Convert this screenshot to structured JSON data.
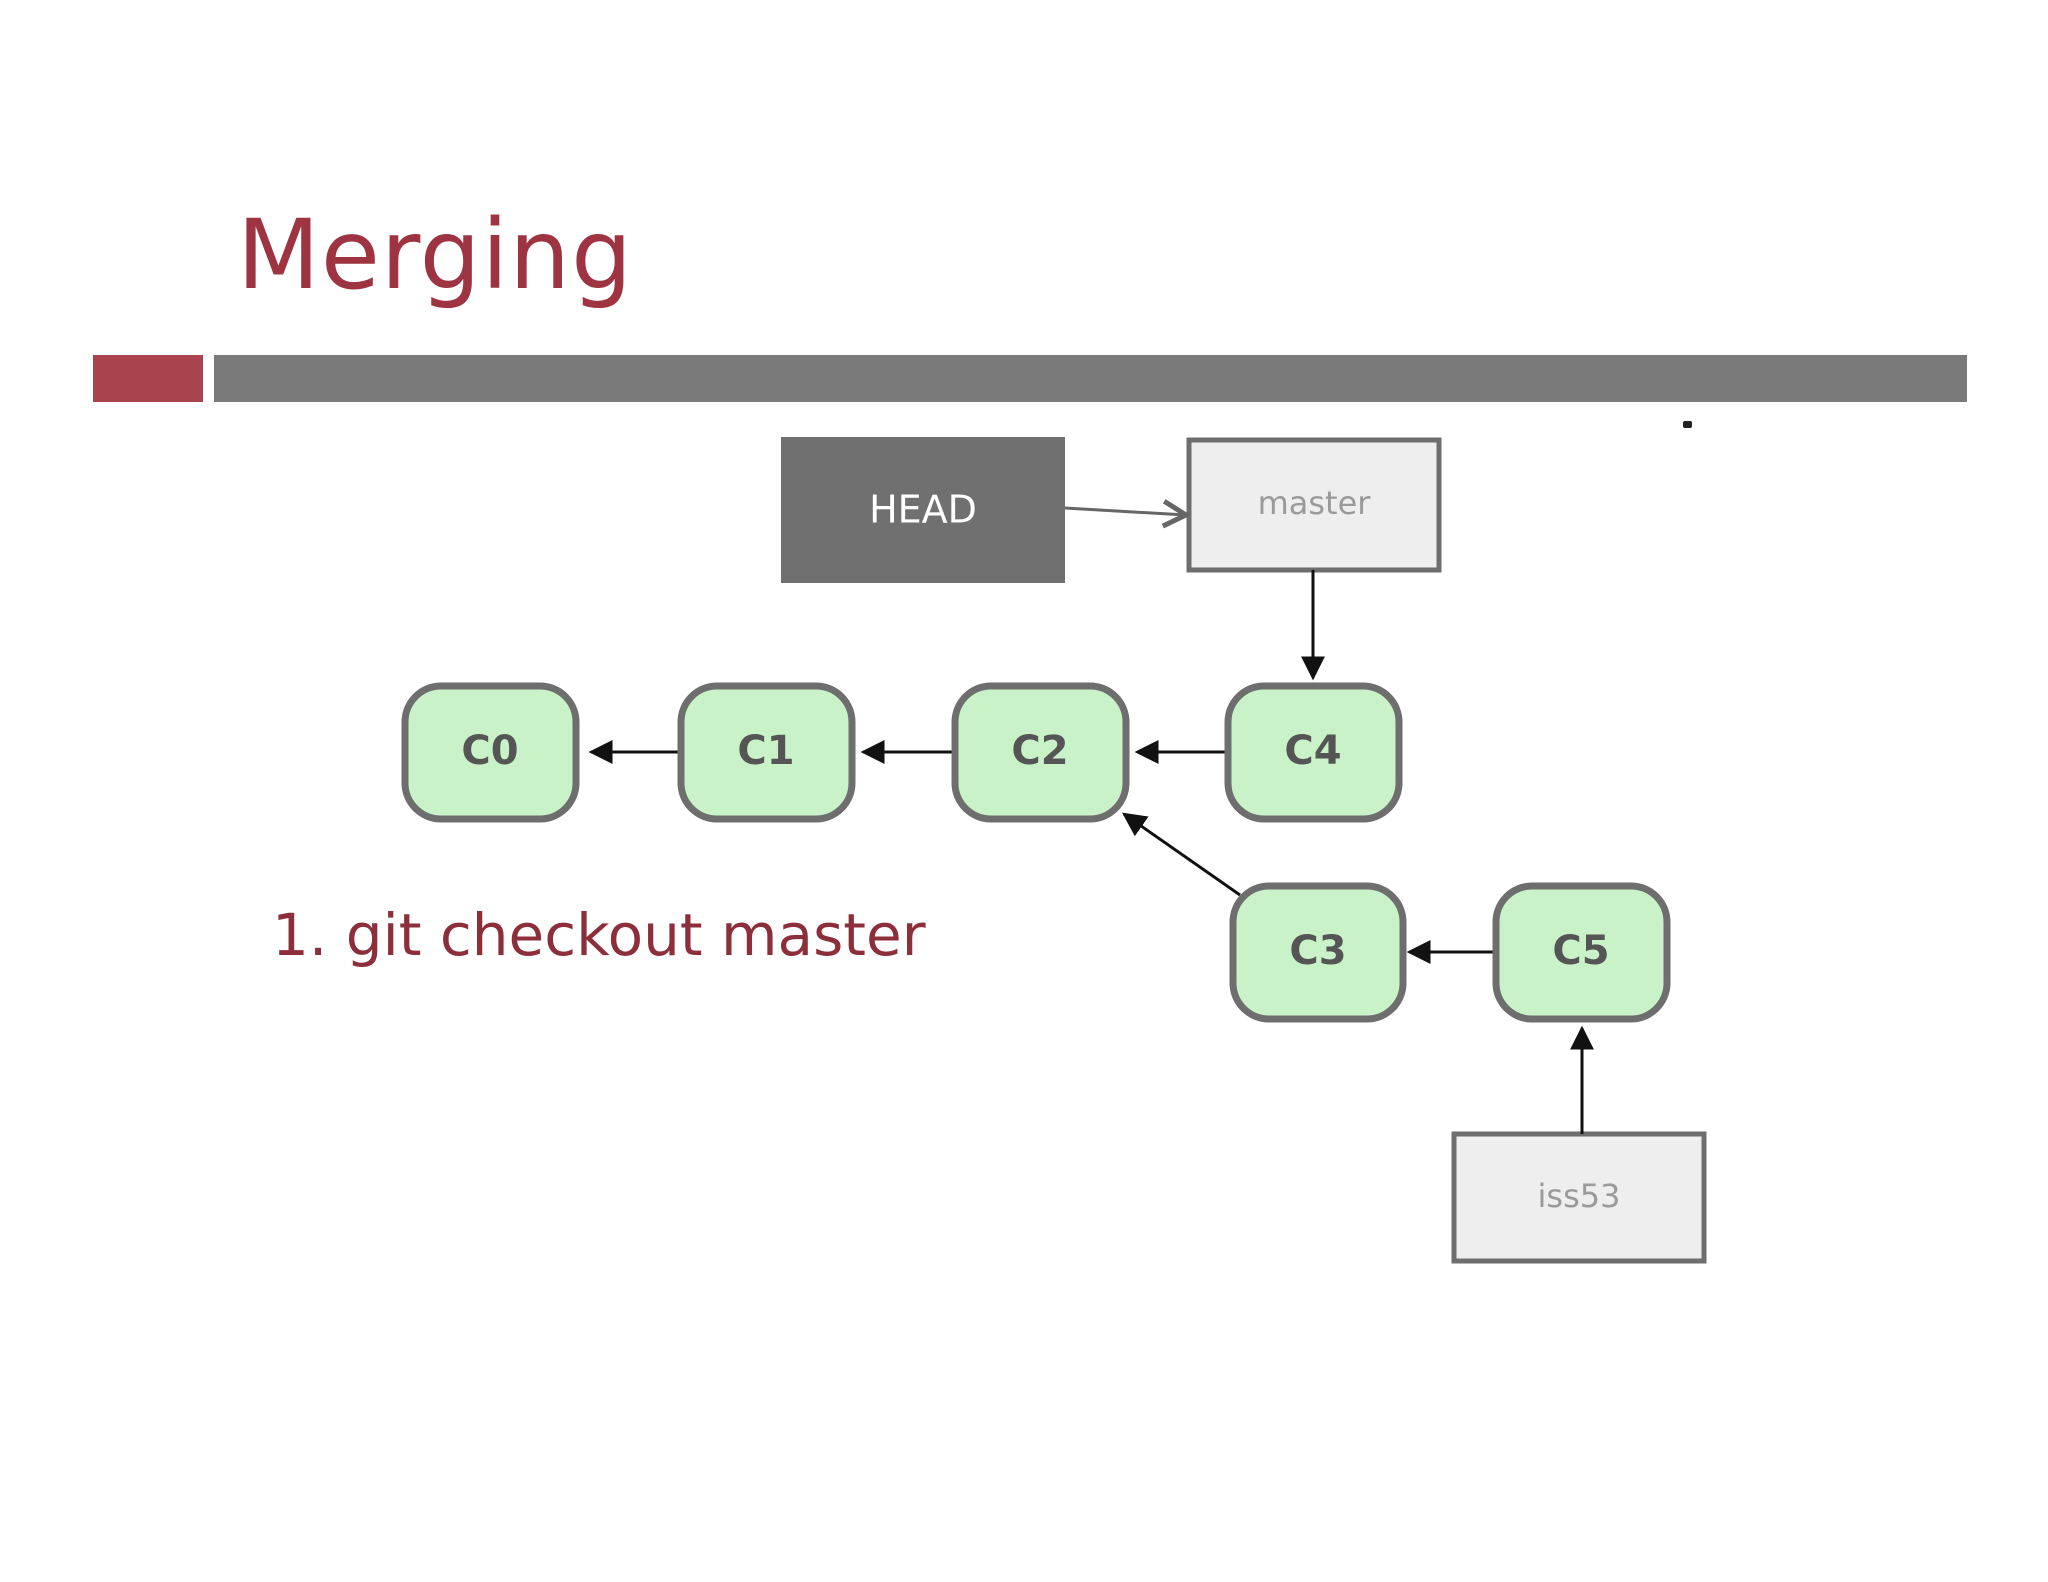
{
  "slide": {
    "title": "Merging",
    "command": "1. git checkout master"
  },
  "colors": {
    "title": "#9e3441",
    "accent_bar": "#a9434d",
    "rule_bar": "#7a7a7a",
    "commit_fill": "#c9f2c9",
    "commit_border": "#6e6e6e",
    "ref_fill": "#eeeeee",
    "head_fill": "#707070"
  },
  "diagram": {
    "head_label": "HEAD",
    "refs": {
      "master": "master",
      "iss53": "iss53"
    },
    "commits": {
      "c0": "C0",
      "c1": "C1",
      "c2": "C2",
      "c3": "C3",
      "c4": "C4",
      "c5": "C5"
    }
  }
}
